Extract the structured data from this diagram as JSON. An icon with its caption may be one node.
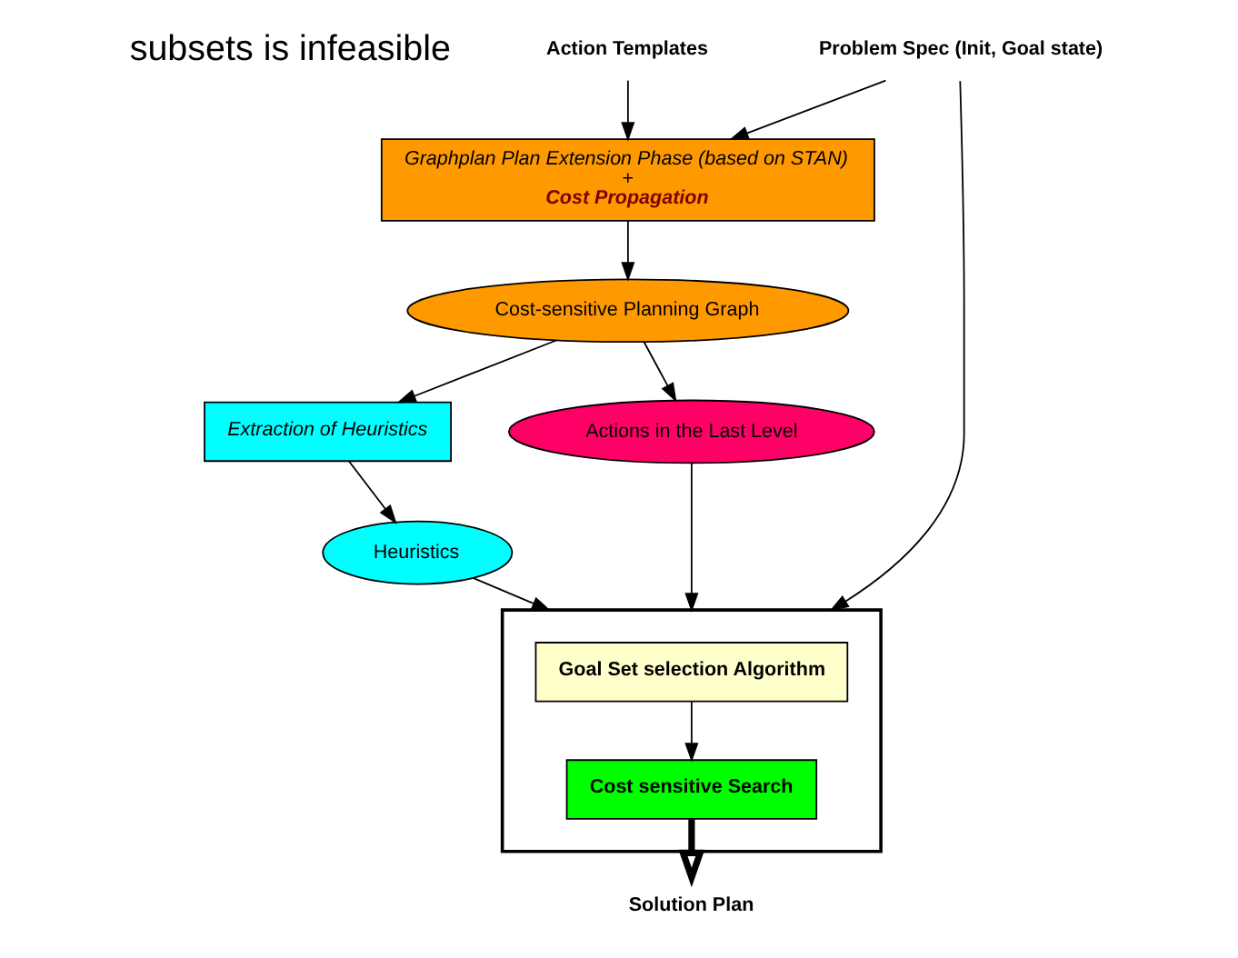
{
  "diagram": {
    "nodes": [
      {
        "text": [
          "Action Templates"
        ]
      },
      {
        "text": [
          "Graphplan Plan Extension Phase (based on STAN)",
          "+",
          "Cost Propagation"
        ]
      },
      {
        "text": [
          "Cost-sensitive Planning Graph"
        ]
      },
      {
        "text": [
          "Extraction of Heuristics"
        ]
      },
      {
        "text": [
          "Actions in the Last Level"
        ]
      },
      {
        "text": [
          "Heuristics"
        ]
      },
      {
        "text": [
          "Problem Spec (Init, Goal state)"
        ]
      },
      {
        "text": [],
        "shape": "box"
      },
      {
        "text": [
          "Goal Set selection Algorithm"
        ],
        "in": 7
      },
      {
        "text": [
          "Cost sensitive Search"
        ],
        "in": 7
      },
      {
        "text": [
          "Solution Plan"
        ]
      }
    ],
    "edges": [
      {
        "from": 0,
        "to": 1,
        "arrow": "to"
      },
      {
        "from": 1,
        "to": 2,
        "arrow": "to"
      },
      {
        "from": 2,
        "to": 3,
        "arrow": "to"
      },
      {
        "from": 2,
        "to": 4,
        "arrow": "to"
      },
      {
        "from": 3,
        "to": 5,
        "arrow": "to"
      },
      {
        "from": 4,
        "to": 7,
        "arrow": "to"
      },
      {
        "from": 5,
        "to": 7,
        "arrow": "to"
      },
      {
        "from": 6,
        "to": 1,
        "arrow": "to"
      },
      {
        "from": 6,
        "to": 7,
        "arrow": "to"
      },
      {
        "from": 8,
        "to": 9,
        "arrow": "to"
      },
      {
        "from": 9,
        "to": 10,
        "arrow": "to",
        "style": "thick"
      }
    ],
    "labels": [
      "subsets is infeasible"
    ]
  }
}
